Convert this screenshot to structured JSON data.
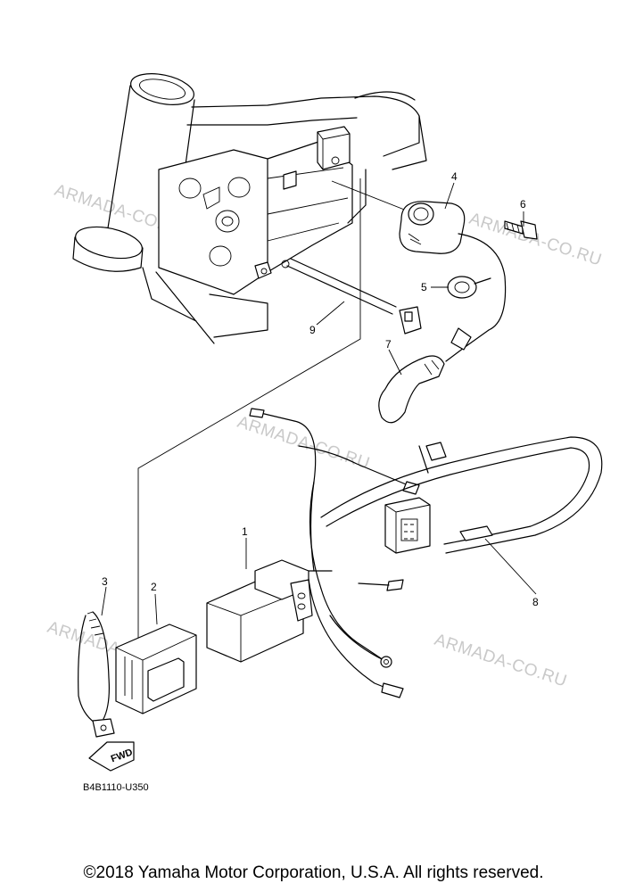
{
  "diagram": {
    "callouts": [
      "1",
      "2",
      "3",
      "4",
      "5",
      "6",
      "7",
      "8",
      "9"
    ],
    "watermark_text": "ARMADA-CO.RU",
    "direction_arrow_label": "FWD",
    "drawing_code": "B4B1110-U350"
  },
  "footer": {
    "copyright": "©2018 Yamaha Motor Corporation, U.S.A. All rights reserved."
  }
}
